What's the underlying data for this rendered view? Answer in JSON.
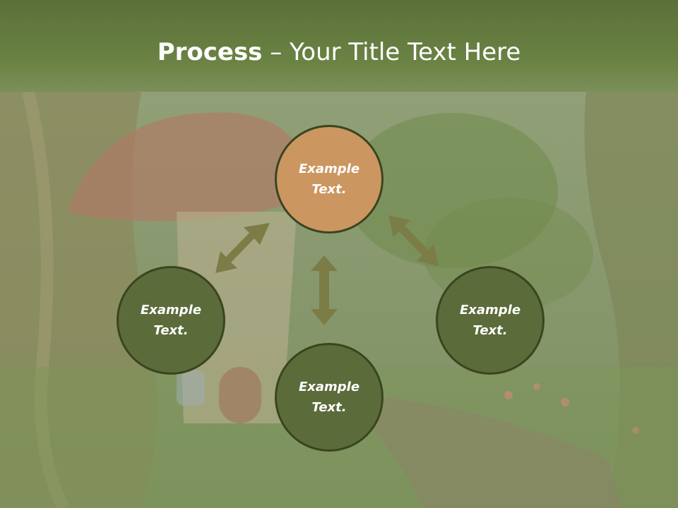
{
  "header": {
    "title_bold": "Process",
    "title_rest": " – Your Title Text Here"
  },
  "diagram": {
    "center": "Example Text.",
    "left": "Example Text.",
    "right": "Example Text.",
    "bottom": "Example Text."
  },
  "colors": {
    "header": "#6b8344",
    "center_circle": "#cc9660",
    "outer_circle": "#5c6b3a",
    "arrow": "#7b7c46"
  }
}
